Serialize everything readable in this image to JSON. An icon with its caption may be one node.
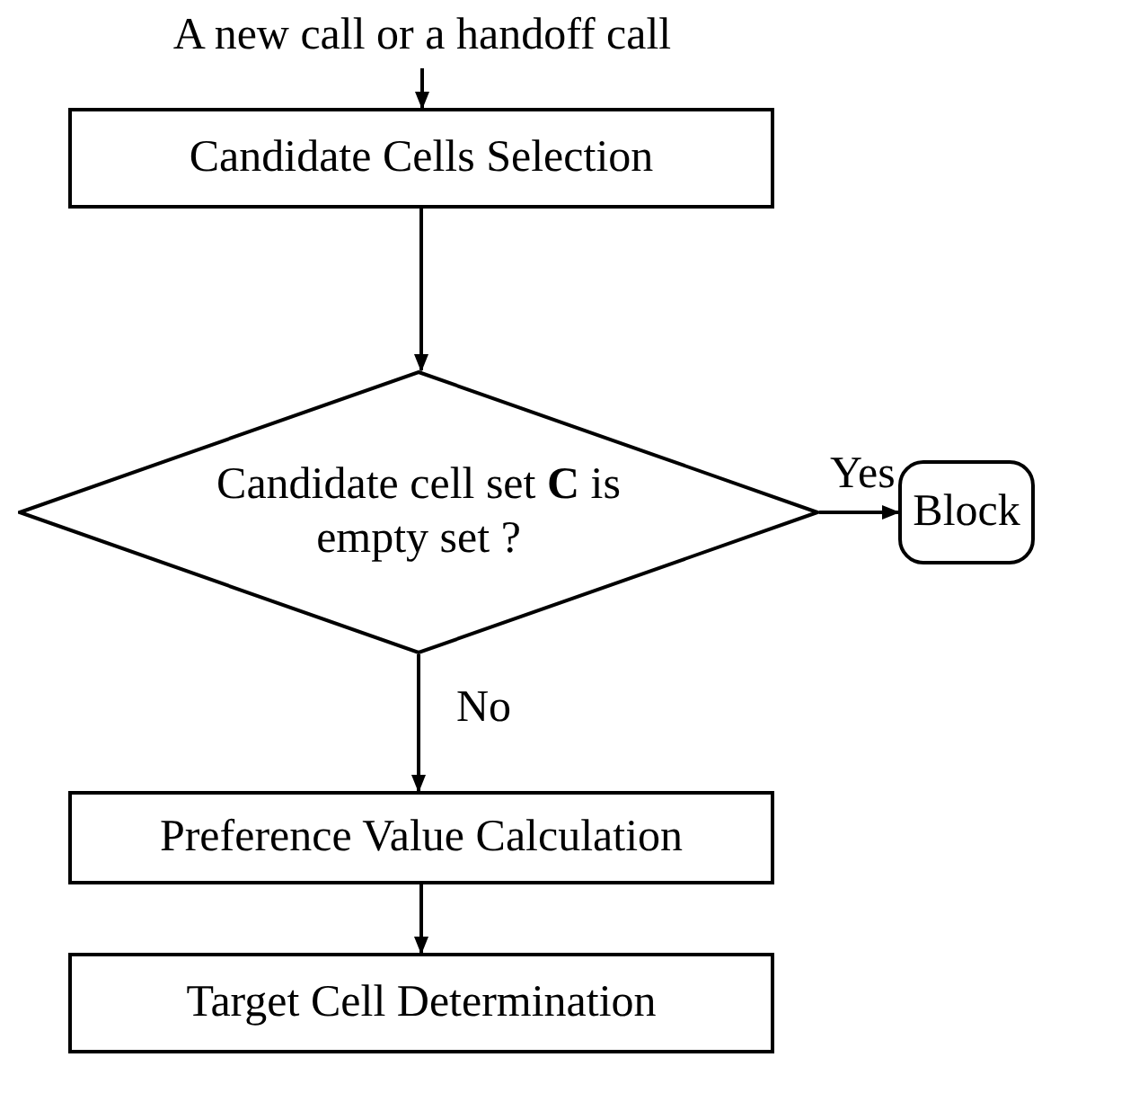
{
  "diagram": {
    "nodes": [
      {
        "text": [
          "A new call or a handoff call"
        ]
      },
      {
        "text": [
          "Candidate Cells Selection"
        ]
      },
      {
        "text": [
          "Candidate cell set **C** is empty set ?"
        ]
      },
      {
        "text": [
          "Block"
        ]
      },
      {
        "text": [
          "Preference Value Calculation"
        ]
      },
      {
        "text": [
          "Target Cell Determination"
        ]
      }
    ],
    "edges": [
      {
        "from": 0,
        "to": 1,
        "arrow": "to"
      },
      {
        "from": 1,
        "to": 2,
        "arrow": "to"
      },
      {
        "from": 2,
        "to": 3,
        "arrow": "to",
        "label": "Yes"
      },
      {
        "from": 2,
        "to": 4,
        "arrow": "to",
        "label": "No"
      },
      {
        "from": 4,
        "to": 5,
        "arrow": "to"
      }
    ]
  }
}
